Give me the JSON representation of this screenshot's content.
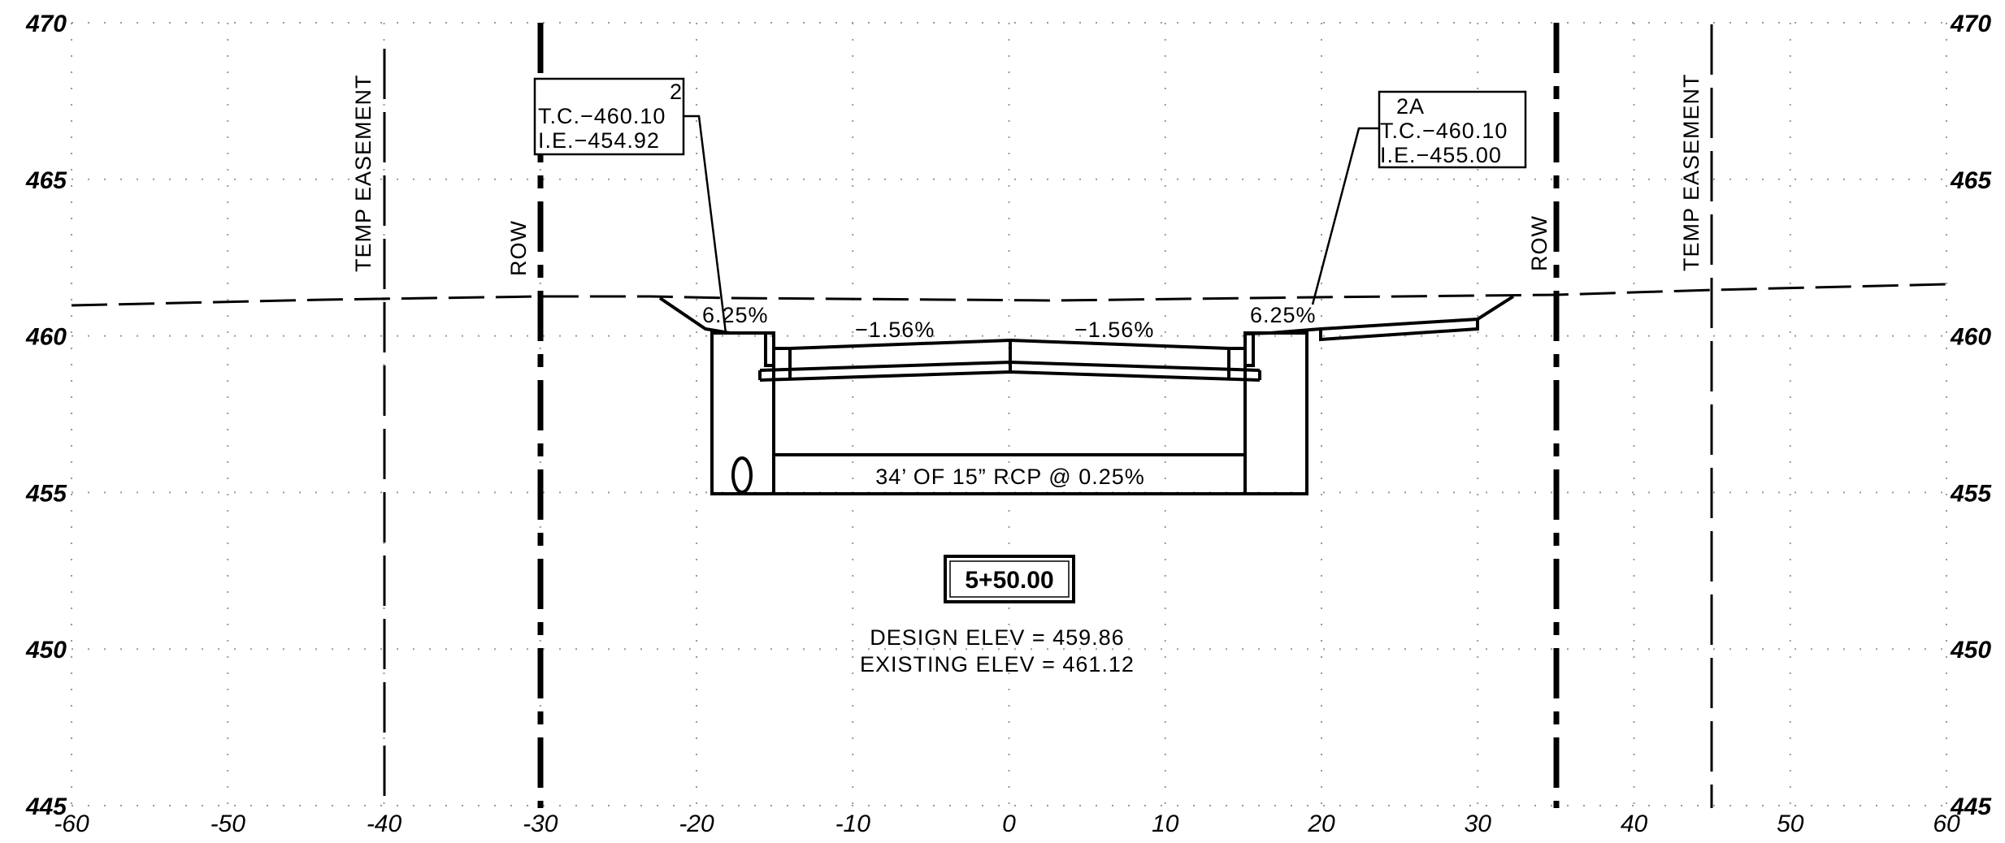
{
  "y_ticks": [
    "470",
    "465",
    "460",
    "455",
    "450",
    "445"
  ],
  "y_values": [
    470,
    465,
    460,
    455,
    450,
    445
  ],
  "x_ticks": [
    "-60",
    "-50",
    "-40",
    "-30",
    "-20",
    "-10",
    "0",
    "10",
    "20",
    "30",
    "40",
    "50",
    "60"
  ],
  "x_values": [
    -60,
    -50,
    -40,
    -30,
    -20,
    -10,
    0,
    10,
    20,
    30,
    40,
    50,
    60
  ],
  "labels": {
    "temp_easement_left": "TEMP EASEMENT",
    "row_left": "ROW",
    "row_right": "ROW",
    "temp_easement_right": "TEMP EASEMENT"
  },
  "structure_left": {
    "id": "2",
    "tc": "T.C.−460.10",
    "ie": "I.E.−454.92"
  },
  "structure_right": {
    "id": "2A",
    "tc": "T.C.−460.10",
    "ie": "I.E.−455.00"
  },
  "slopes": {
    "left_side": "6.25%",
    "left_road": "−1.56%",
    "right_road": "−1.56%",
    "right_side": "6.25%"
  },
  "pipe_label": "34’ OF 15” RCP @ 0.25%",
  "station": "5+50.00",
  "design_elev": "DESIGN ELEV = 459.86",
  "existing_elev": "EXISTING ELEV = 461.12"
}
